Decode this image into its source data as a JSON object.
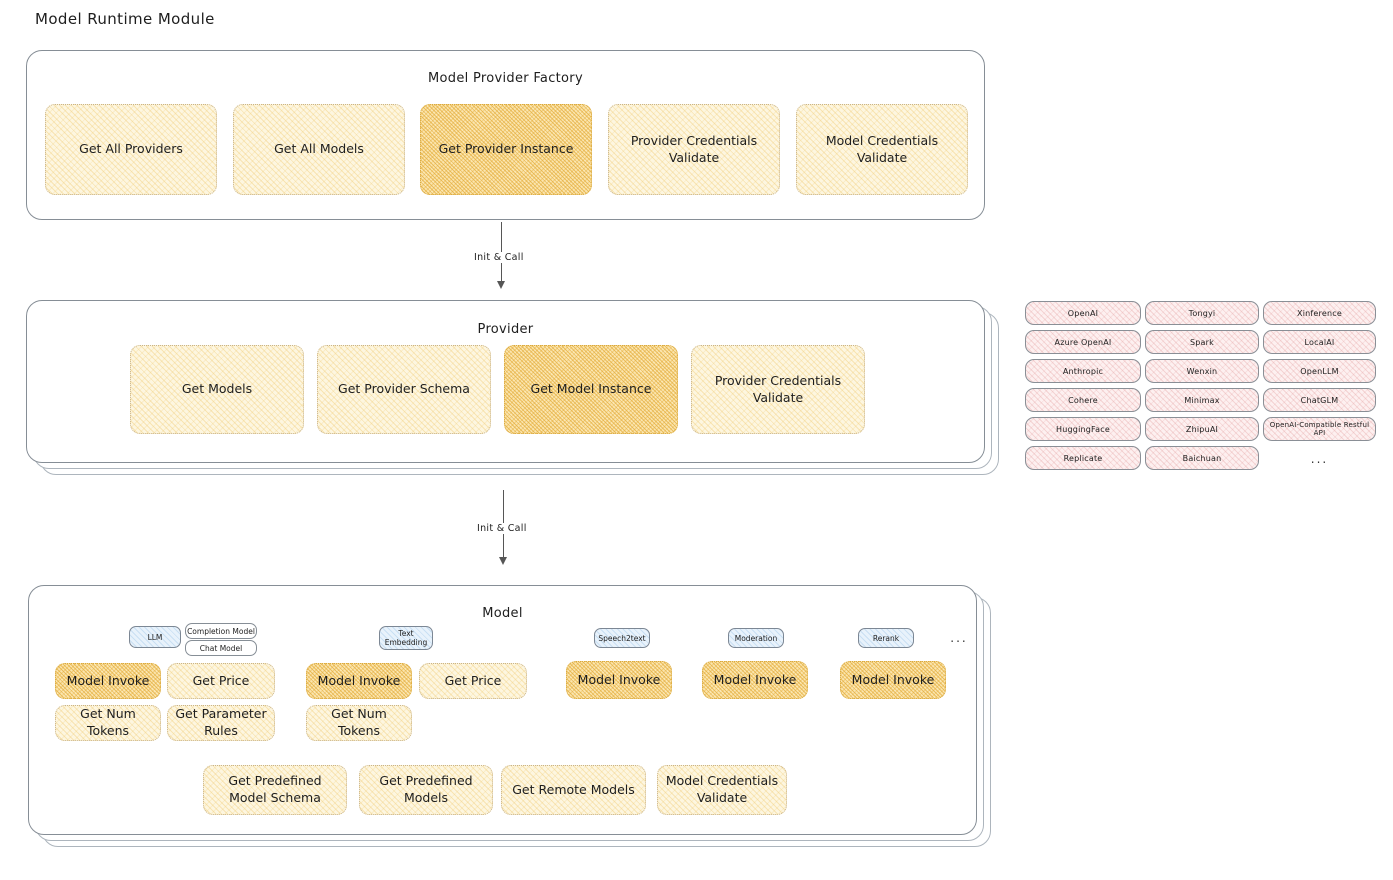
{
  "page": {
    "title": "Model Runtime Module"
  },
  "colors": {
    "op_fill": "#fdf6e0",
    "op_highlight_fill": "#fbe6b0",
    "provider_chip_fill": "#fdf0f0",
    "badge_fill": "#e8f2fb",
    "border": "#868e96",
    "arrow": "#565656"
  },
  "factory": {
    "title": "Model Provider Factory",
    "operations": [
      {
        "label": "Get All Providers",
        "highlighted": false
      },
      {
        "label": "Get All Models",
        "highlighted": false
      },
      {
        "label": "Get Provider Instance",
        "highlighted": true
      },
      {
        "label": "Provider Credentials Validate",
        "highlighted": false
      },
      {
        "label": "Model Credentials Validate",
        "highlighted": false
      }
    ]
  },
  "arrow_1": {
    "label": "Init & Call"
  },
  "provider": {
    "title": "Provider",
    "operations": [
      {
        "label": "Get Models",
        "highlighted": false
      },
      {
        "label": "Get Provider Schema",
        "highlighted": false
      },
      {
        "label": "Get Model Instance",
        "highlighted": true
      },
      {
        "label": "Provider Credentials Validate",
        "highlighted": false
      }
    ]
  },
  "provider_list": {
    "column_1": [
      "OpenAI",
      "Azure OpenAI",
      "Anthropic",
      "Cohere",
      "HuggingFace",
      "Replicate"
    ],
    "column_2": [
      "Tongyi",
      "Spark",
      "Wenxin",
      "Minimax",
      "ZhipuAI",
      "Baichuan"
    ],
    "column_3": [
      "Xinference",
      "LocalAI",
      "OpenLLM",
      "ChatGLM",
      "OpenAI-Compatible Restful API"
    ],
    "more": "..."
  },
  "arrow_2": {
    "label": "Init & Call"
  },
  "model": {
    "title": "Model",
    "more": "...",
    "types": [
      {
        "name": "LLM",
        "sub_badges": [
          "Completion Model",
          "Chat Model"
        ],
        "operations": [
          {
            "label": "Model Invoke",
            "highlighted": true
          },
          {
            "label": "Get Price",
            "highlighted": false
          },
          {
            "label": "Get Num Tokens",
            "highlighted": false
          },
          {
            "label": "Get Parameter Rules",
            "highlighted": false
          }
        ]
      },
      {
        "name": "Text Embedding",
        "sub_badges": [],
        "operations": [
          {
            "label": "Model Invoke",
            "highlighted": true
          },
          {
            "label": "Get Price",
            "highlighted": false
          },
          {
            "label": "Get Num Tokens",
            "highlighted": false
          }
        ]
      },
      {
        "name": "Speech2text",
        "sub_badges": [],
        "operations": [
          {
            "label": "Model Invoke",
            "highlighted": true
          }
        ]
      },
      {
        "name": "Moderation",
        "sub_badges": [],
        "operations": [
          {
            "label": "Model Invoke",
            "highlighted": true
          }
        ]
      },
      {
        "name": "Rerank",
        "sub_badges": [],
        "operations": [
          {
            "label": "Model Invoke",
            "highlighted": true
          }
        ]
      }
    ],
    "common_operations": [
      {
        "label": "Get Predefined Model Schema",
        "highlighted": false
      },
      {
        "label": "Get Predefined Models",
        "highlighted": false
      },
      {
        "label": "Get Remote Models",
        "highlighted": false
      },
      {
        "label": "Model Credentials Validate",
        "highlighted": false
      }
    ]
  }
}
